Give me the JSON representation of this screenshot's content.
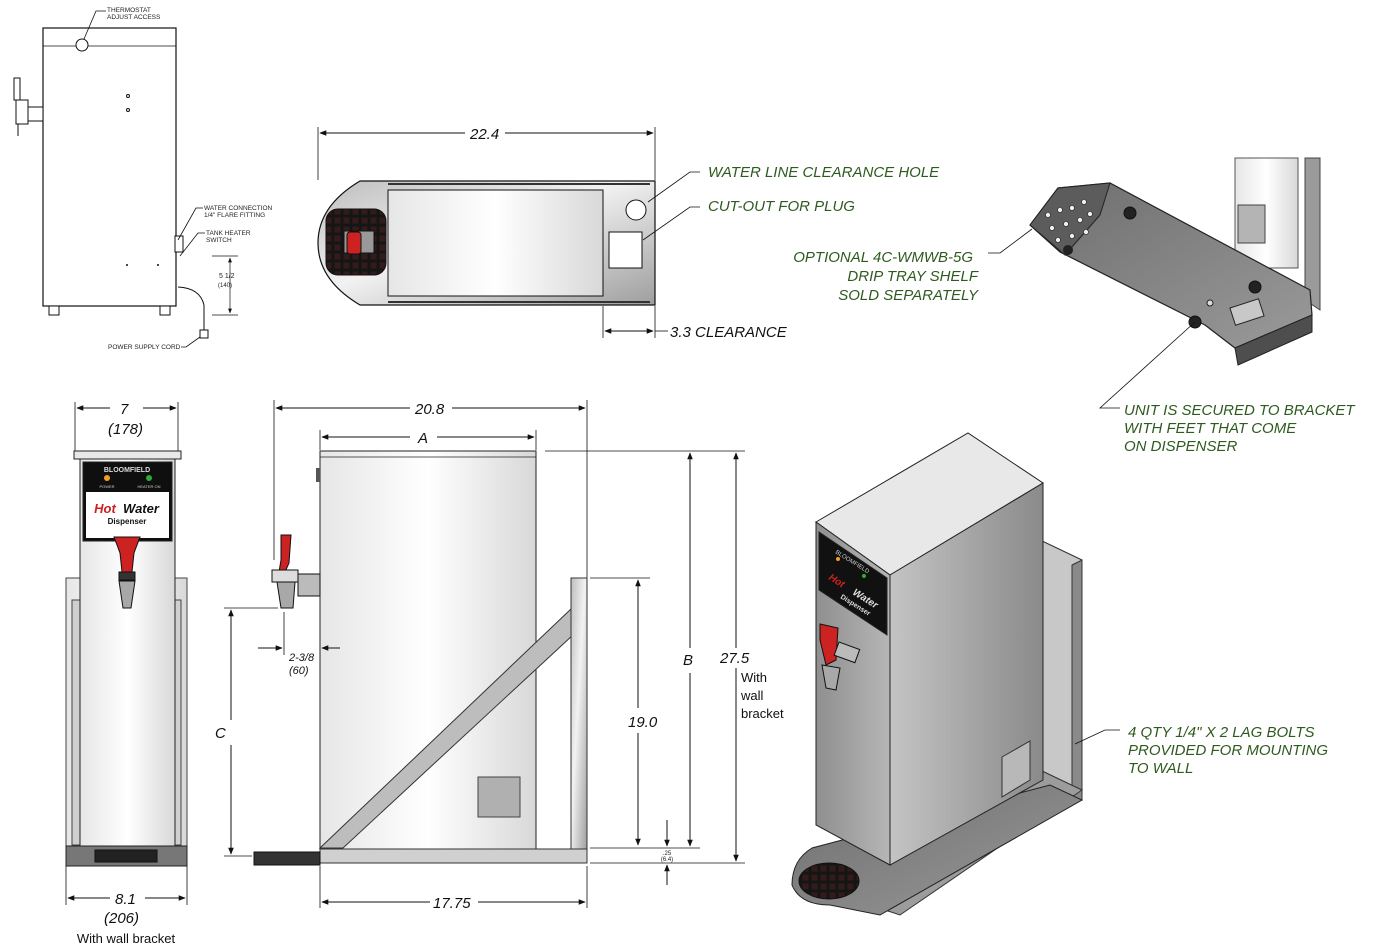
{
  "colors": {
    "callout_green": "#2e5a1f",
    "steel": "#d4d4d4",
    "dark_steel": "#7a7a7a",
    "valve_red": "#cc2222"
  },
  "side_small": {
    "thermostat_label_1": "THERMOSTAT",
    "thermostat_label_2": "ADJUST ACCESS",
    "water_conn_1": "WATER CONNECTION",
    "water_conn_2": "1/4\" FLARE FITTING",
    "tank_heater_1": "TANK HEATER",
    "tank_heater_2": "SWITCH",
    "dim_5_1_2": "5 1/2",
    "dim_140": "(140)",
    "power_cord": "POWER SUPPLY CORD"
  },
  "top_view": {
    "width_dim": "22.4",
    "clearance_dim": "3.3 CLEARANCE",
    "callout_hole": "WATER LINE CLEARANCE HOLE",
    "callout_plug": "CUT-OUT FOR PLUG"
  },
  "iso_bracket": {
    "optional_1": "OPTIONAL 4C-WMWB-5G",
    "optional_2": "DRIP TRAY SHELF",
    "optional_3": "SOLD SEPARATELY",
    "secured_1": "UNIT IS SECURED TO BRACKET",
    "secured_2": "WITH FEET THAT COME",
    "secured_3": "ON DISPENSER"
  },
  "front_view": {
    "width_top": "7",
    "width_top_mm": "(178)",
    "brand": "BLOOMFIELD",
    "power_label": "POWER",
    "heater_label": "HEATER ON",
    "hot": "Hot",
    "water": "Water",
    "dispenser": "Dispenser",
    "width_bottom": "8.1",
    "width_bottom_mm": "(206)",
    "bracket_note": "With wall bracket"
  },
  "side_view": {
    "depth_dim": "20.8",
    "dim_a": "A",
    "dim_b": "B",
    "dim_c": "C",
    "faucet_dim": "2-3/8",
    "faucet_dim_mm": "(60)",
    "height_19": "19.0",
    "height_27": "27.5",
    "with": "With",
    "wall": "wall",
    "bracket": "bracket",
    "small_25": ".25",
    "small_64": "(6.4)",
    "bottom_dim": "17.75"
  },
  "iso_unit": {
    "lag_1": "4 QTY 1/4\" X 2 LAG BOLTS",
    "lag_2": "PROVIDED FOR MOUNTING",
    "lag_3": "TO WALL",
    "brand": "BLOOMFIELD",
    "hot": "Hot",
    "water": "Water",
    "dispenser": "Dispenser"
  }
}
